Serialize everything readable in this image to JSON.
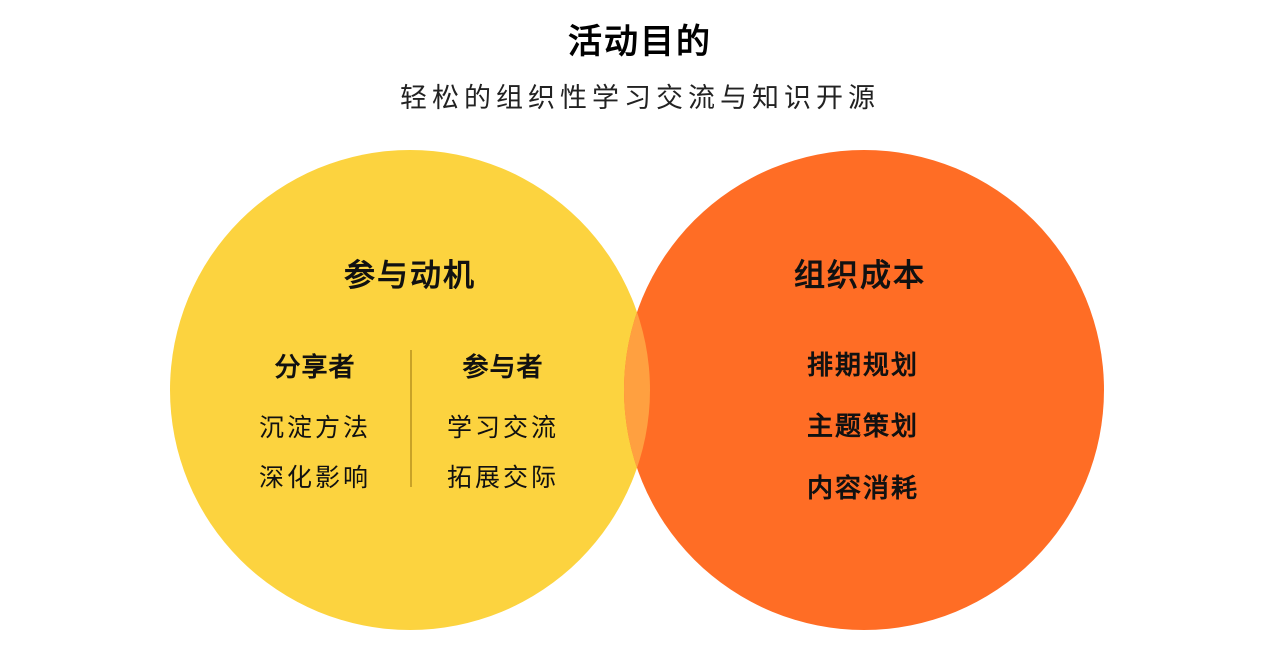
{
  "header": {
    "title": "活动目的",
    "subtitle": "轻松的组织性学习交流与知识开源"
  },
  "colors": {
    "background": "#FFFFFF",
    "left_circle": "#FCD33F",
    "right_circle": "#FF6D25",
    "overlap": "#FFA040",
    "divider": "#C9A227",
    "text": "#111111"
  },
  "left_circle": {
    "title": "参与动机",
    "columns": [
      {
        "heading": "分享者",
        "items": [
          "沉淀方法",
          "深化影响"
        ]
      },
      {
        "heading": "参与者",
        "items": [
          "学习交流",
          "拓展交际"
        ]
      }
    ]
  },
  "right_circle": {
    "title": "组织成本",
    "items": [
      "排期规划",
      "主题策划",
      "内容消耗"
    ]
  }
}
